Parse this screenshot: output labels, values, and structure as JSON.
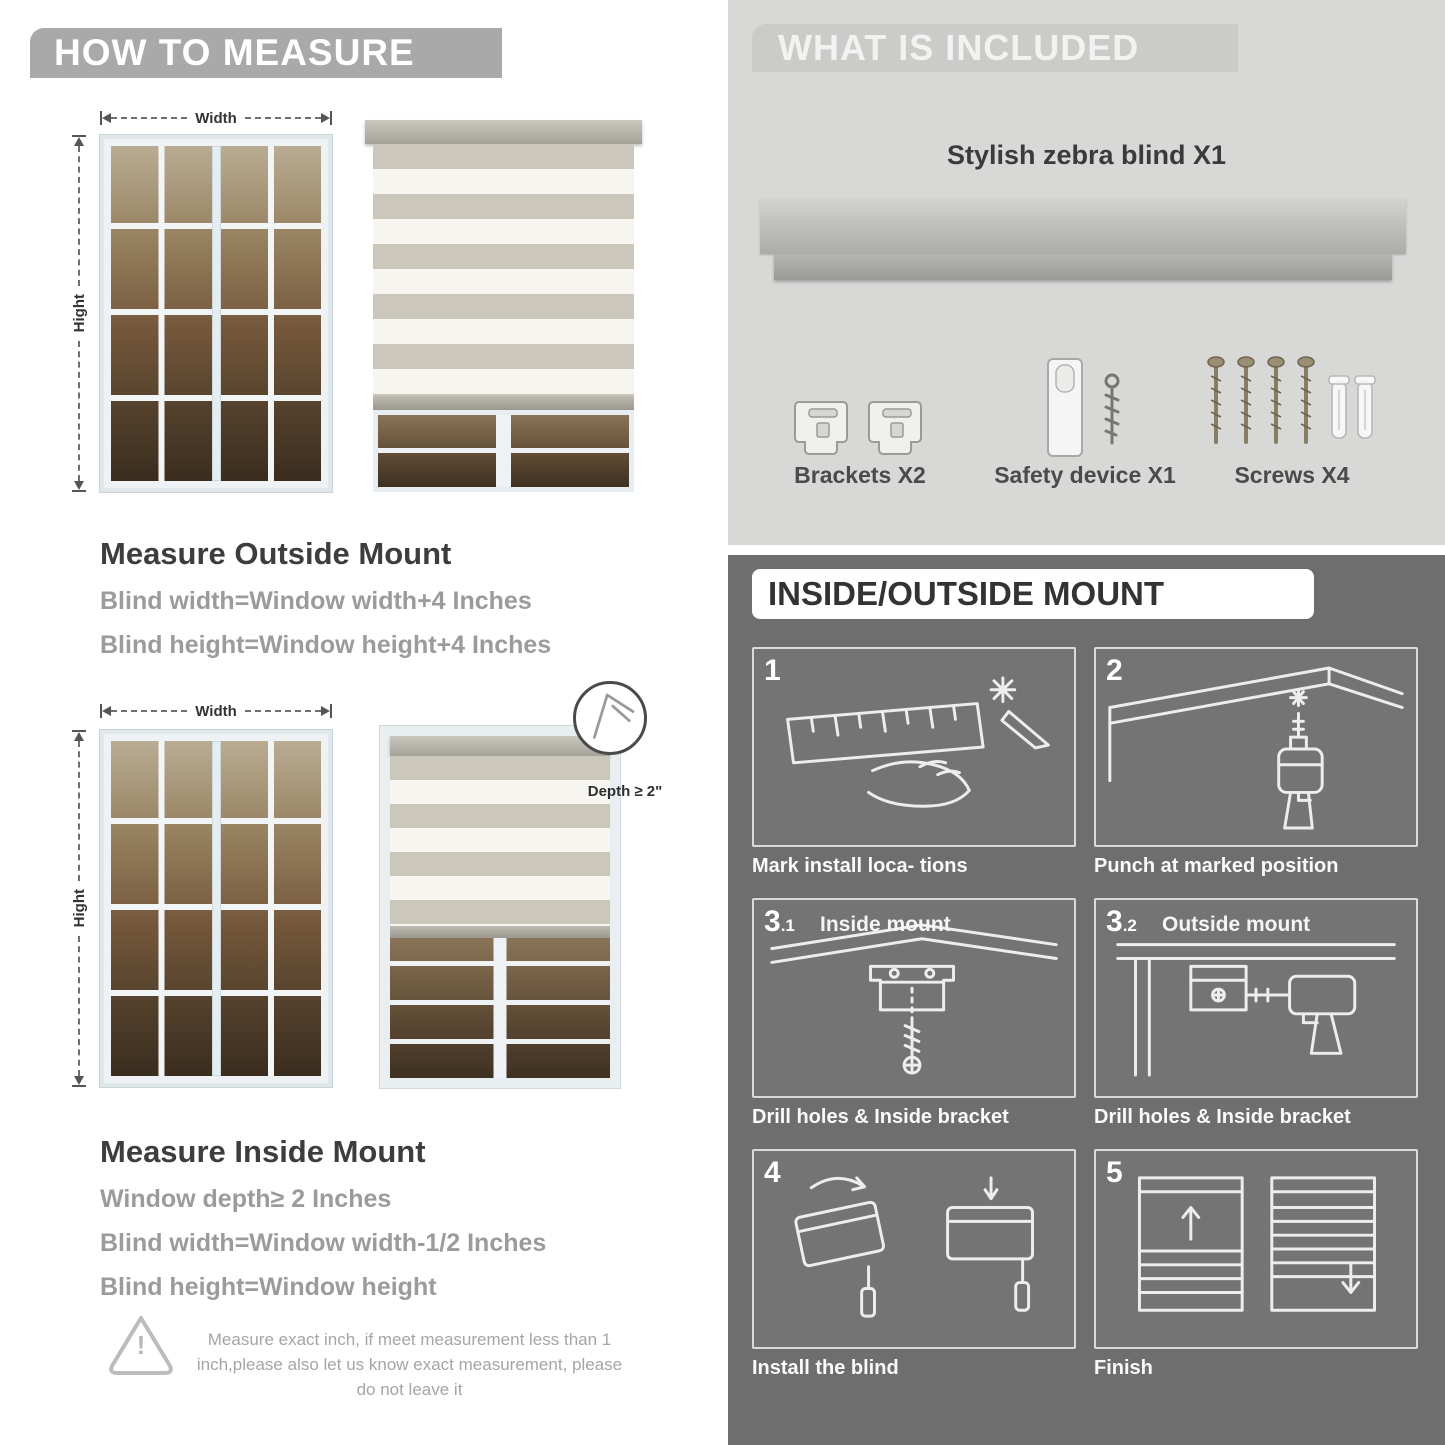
{
  "left": {
    "header": "HOW TO MEASURE",
    "outside": {
      "width_label": "Width",
      "height_label": "Hight",
      "title": "Measure Outside Mount",
      "lines": [
        "Blind width=Window width+4 Inches",
        "Blind height=Window height+4 Inches"
      ]
    },
    "inside": {
      "width_label": "Width",
      "height_label": "Hight",
      "depth_label": "Depth ≥ 2\"",
      "title": "Measure Inside Mount",
      "lines": [
        "Window depth≥ 2 Inches",
        "Blind width=Window width-1/2 Inches",
        "Blind height=Window height"
      ]
    },
    "warning_mark": "!",
    "warning": "Measure exact inch, if meet measurement less than 1 inch,please also let us know exact measurement, please do not leave it"
  },
  "right": {
    "included": {
      "header": "WHAT IS INCLUDED",
      "blind_label": "Stylish zebra blind X1",
      "items": [
        {
          "label": "Brackets X2"
        },
        {
          "label": "Safety device X1"
        },
        {
          "label": "Screws X4"
        }
      ]
    },
    "mount": {
      "header": "INSIDE/OUTSIDE MOUNT",
      "steps": [
        {
          "num": "1",
          "caption": "Mark install loca- tions"
        },
        {
          "num": "2",
          "caption": "Punch at  marked position"
        },
        {
          "num": "3",
          "sub": ".1",
          "inner_label": "Inside mount",
          "caption": "Drill holes &  Inside bracket"
        },
        {
          "num": "3",
          "sub": ".2",
          "inner_label": "Outside mount",
          "caption": "Drill holes &  Inside bracket"
        },
        {
          "num": "4",
          "caption": "Install the blind"
        },
        {
          "num": "5",
          "caption": "Finish"
        }
      ]
    },
    "colors": {
      "light_section_bg": "#d8d8d7",
      "dark_section_bg": "#6e6e6e",
      "banner_gray": "#a9a9a9"
    }
  }
}
